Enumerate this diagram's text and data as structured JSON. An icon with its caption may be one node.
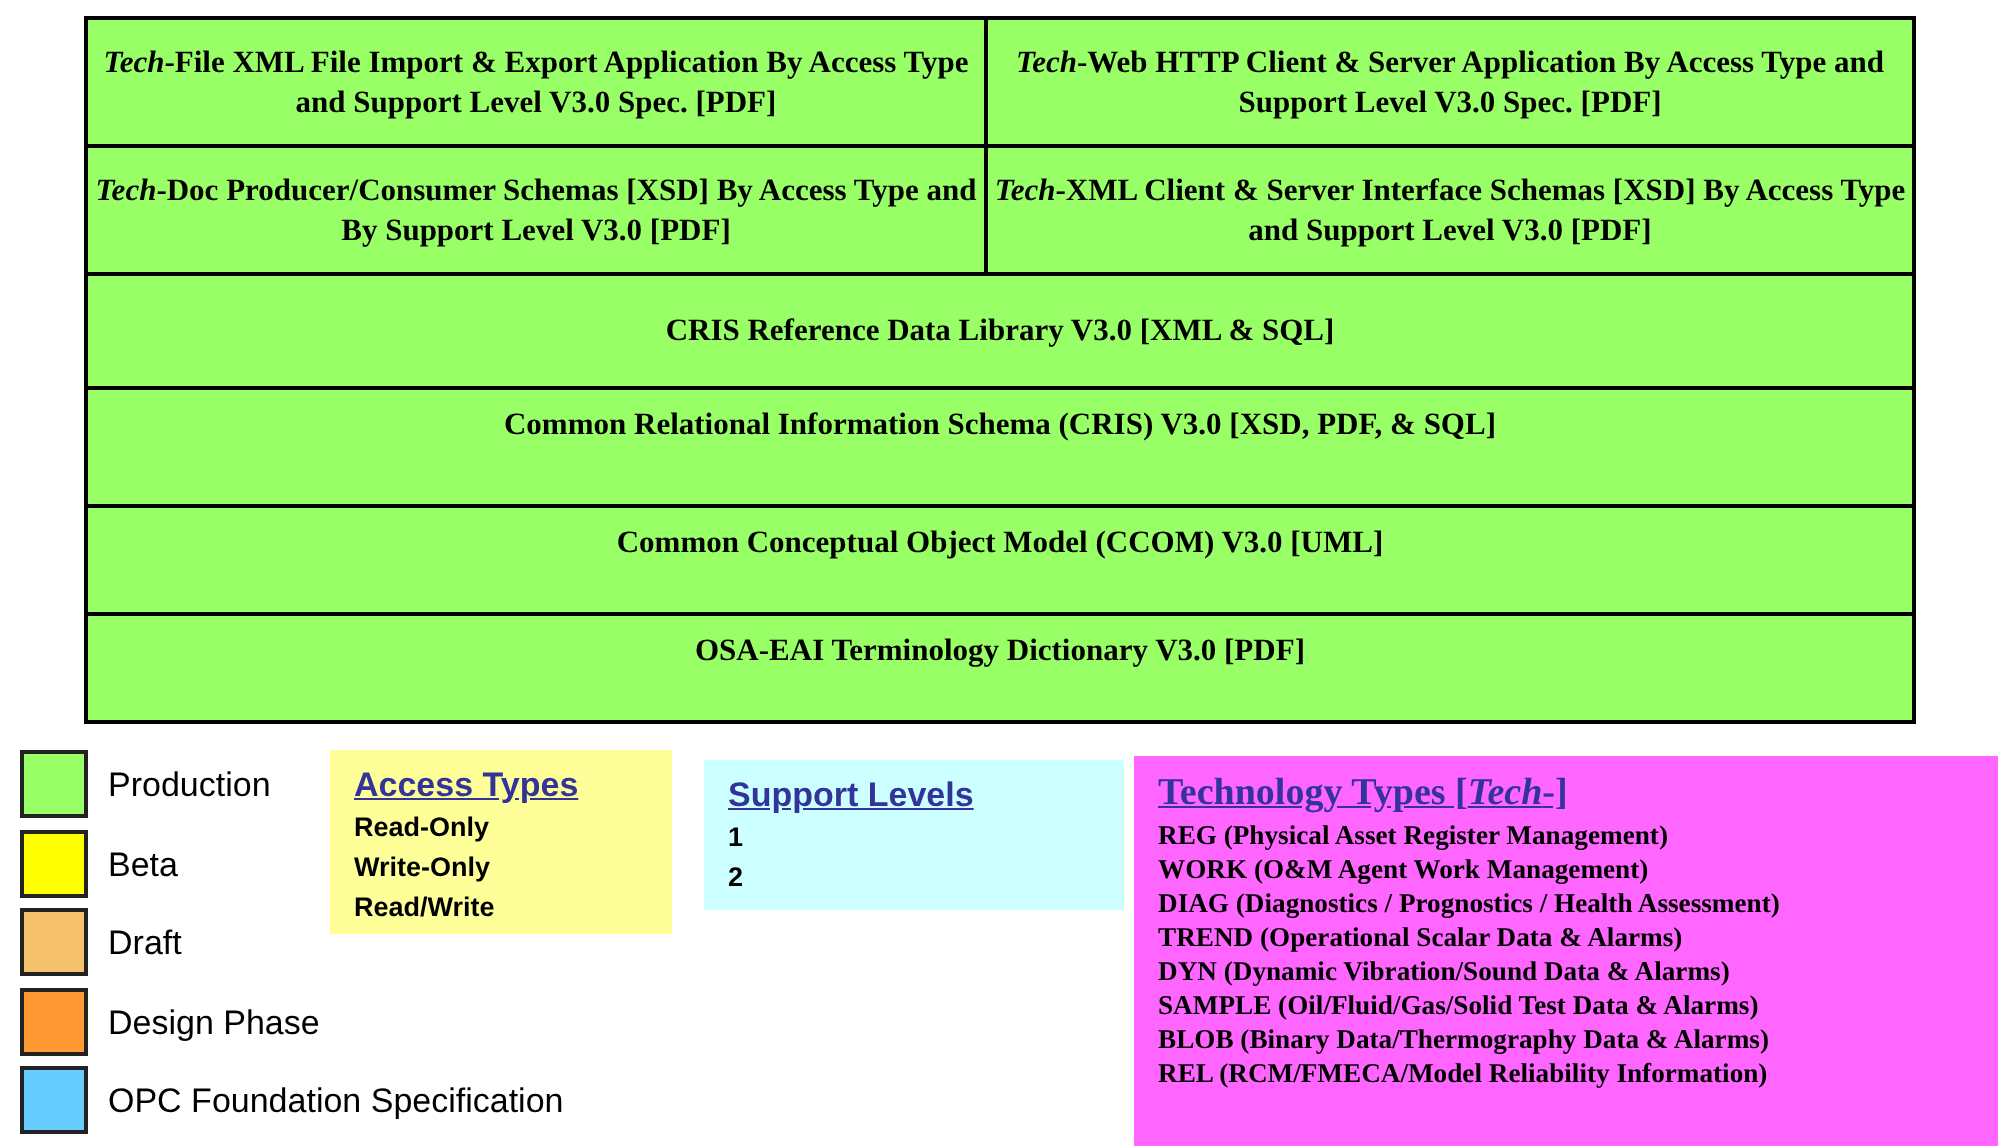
{
  "diagram": {
    "nodes": [
      {
        "text": [
          "*Tech*-File XML File Import & Export Application By Access Type and Support Level V3.0 Spec. [PDF]"
        ]
      },
      {
        "text": [
          "*Tech*-Web HTTP Client & Server Application By Access Type and Support Level V3.0 Spec. [PDF]"
        ]
      },
      {
        "text": [
          "*Tech*-Doc Producer/Consumer Schemas [XSD] By Access Type and By Support Level V3.0 [PDF]"
        ]
      },
      {
        "text": [
          "*Tech*-XML Client & Server Interface Schemas [XSD] By Access Type and Support Level V3.0 [PDF]"
        ]
      },
      {
        "text": [
          "CRIS Reference Data Library V3.0 [XML & SQL]"
        ]
      },
      {
        "text": [
          "Common Relational Information Schema (CRIS) V3.0 [XSD, PDF, & SQL]"
        ]
      },
      {
        "text": [
          "Common Conceptual Object Model (CCOM) V3.0 [UML]"
        ]
      },
      {
        "text": [
          "OSA-EAI Terminology Dictionary V3.0 [PDF]"
        ]
      },
      {
        "text": [
          "Access Types",
          "Read-Only",
          "Write-Only",
          "Read/Write"
        ]
      },
      {
        "text": [
          "Support Levels",
          "1",
          "2"
        ]
      },
      {
        "text": [
          "Technology Types [*Tech*-]",
          "REG (Physical Asset Register Management)",
          "WORK (O&M Agent Work Management)",
          "DIAG (Diagnostics / Prognostics / Health Assessment)",
          "TREND (Operational Scalar Data & Alarms)",
          "DYN (Dynamic Vibration/Sound Data & Alarms)",
          "SAMPLE (Oil/Fluid/Gas/Solid Test Data & Alarms)",
          "BLOB (Binary Data/Thermography Data & Alarms)",
          "REL (RCM/FMECA/Model Reliability Information)"
        ]
      }
    ],
    "edges": [],
    "legend": [
      {
        "text": "Production",
        "color": "#99ff66"
      },
      {
        "text": "Beta",
        "color": "#ffff00"
      },
      {
        "text": "Draft",
        "color": "#f5c16c"
      },
      {
        "text": "Design Phase",
        "color": "#ff9933"
      },
      {
        "text": "OPC Foundation Specification",
        "color": "#66ccff"
      }
    ]
  }
}
